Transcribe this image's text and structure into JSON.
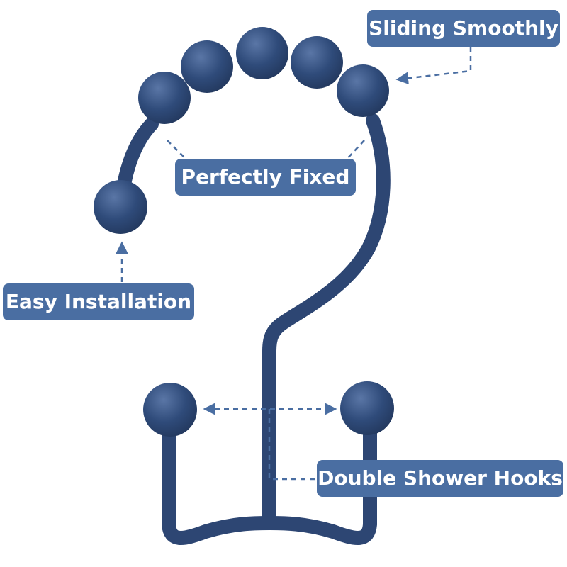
{
  "colors": {
    "hook": "#2d4673",
    "hook_highlight": "#5a76a6",
    "callout_bg": "#4a6ea2",
    "callout_text": "#ffffff",
    "arrow": "#4a6ea2",
    "background": "#ffffff"
  },
  "callouts": {
    "sliding_smoothly": "Sliding Smoothly",
    "perfectly_fixed": "Perfectly Fixed",
    "easy_installation": "Easy Installation",
    "double_shower_hooks": "Double Shower Hooks"
  }
}
